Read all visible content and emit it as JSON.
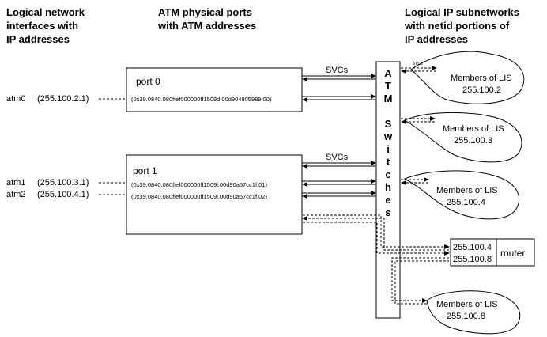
{
  "headers": {
    "left": [
      "Logical network",
      "interfaces with",
      "IP addresses"
    ],
    "middle": [
      "ATM physical ports",
      "with ATM addresses"
    ],
    "right": [
      "Logical IP subnetworks",
      "with netid portions of",
      "IP addresses"
    ]
  },
  "interfaces": [
    {
      "name": "atm0",
      "ip": "(255.100.2.1)"
    },
    {
      "name": "atm1",
      "ip": "(255.100.3.1)"
    },
    {
      "name": "atm2",
      "ip": "(255.100.4.1)"
    }
  ],
  "ports": [
    {
      "label": "port 0",
      "addresses": [
        "(0x39.0840.080ffef000000ff1509d.00d904805989.00)"
      ]
    },
    {
      "label": "port 1",
      "addresses": [
        "(0x39.0840.080ffef000000ff1509l.00d90a57cc1f.01)",
        "(0x39.0840.080ffef000000ff1509l.00d90a57cc1f.02)"
      ]
    }
  ],
  "svc_label": "SVCs",
  "svc_small_label": "SVCs",
  "switch_letters": [
    "A",
    "T",
    "M",
    "",
    "S",
    "w",
    "i",
    "t",
    "c",
    "h",
    "e",
    "s"
  ],
  "lis": [
    {
      "line1": "Members of LIS",
      "line2": "255.100.2"
    },
    {
      "line1": "Members of LIS",
      "line2": "255.100.3"
    },
    {
      "line1": "Members of LIS",
      "line2": "255.100.4"
    },
    {
      "line1": "Members of LIS",
      "line2": "255.100.8"
    }
  ],
  "router": {
    "label": "router",
    "nets": [
      "255.100.4",
      "255.100.8"
    ]
  }
}
